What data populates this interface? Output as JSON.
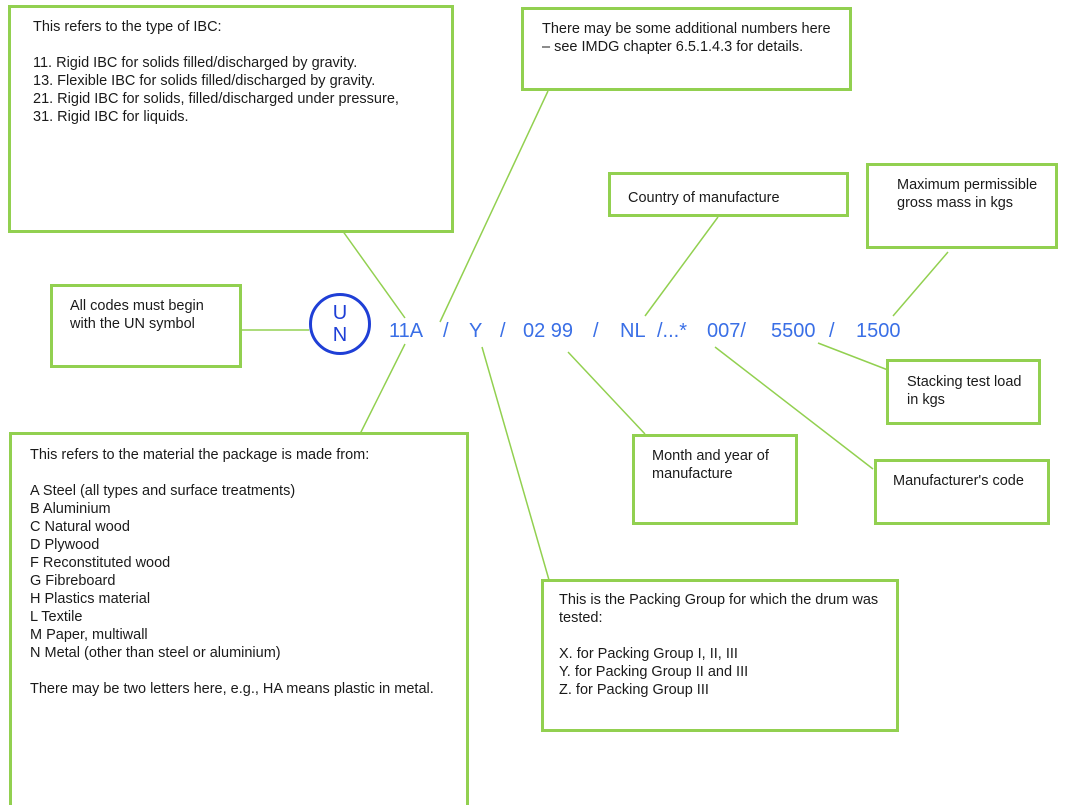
{
  "colors": {
    "box_border": "#92d050",
    "connector": "#92d050",
    "un_symbol": "#1f3fd6",
    "marking_text": "#3a6fe6"
  },
  "un_symbol": {
    "top": "U",
    "bottom": "N"
  },
  "marking": {
    "type": "11A",
    "sep1": "/",
    "packing_group": "Y",
    "sep2": "/",
    "date": "02 99",
    "sep3": "/",
    "country": "NL",
    "sep4": "/...*",
    "manufacturer": "007/",
    "stacking_load": "5500",
    "sep5": "/",
    "max_mass": "1500"
  },
  "boxes": {
    "ibc_type": {
      "intro": "This refers to the type of IBC:",
      "items": [
        "11. Rigid IBC for solids filled/discharged by gravity.",
        "13. Flexible IBC for solids filled/discharged by gravity.",
        "21. Rigid IBC for solids, filled/discharged under pressure,",
        "31. Rigid IBC for liquids."
      ]
    },
    "additional_numbers": "There may be some additional numbers here – see IMDG chapter 6.5.1.4.3 for details.",
    "country": "Country of manufacture",
    "max_mass": "Maximum permissible gross mass in kgs",
    "un_symbol": "All codes must begin with the UN symbol",
    "stacking": "Stacking test load in kgs",
    "month_year": "Month and year of manufacture",
    "manufacturer_code": "Manufacturer's code",
    "material": {
      "intro": "This refers to the material the package is made from:",
      "items": [
        "A Steel (all types and surface treatments)",
        "B Aluminium",
        "C Natural wood",
        "D Plywood",
        "F Reconstituted wood",
        "G Fibreboard",
        "H Plastics material",
        "L Textile",
        "M Paper, multiwall",
        "N Metal (other than steel or aluminium)"
      ],
      "note": "There may be two letters here, e.g., HA means plastic in metal."
    },
    "packing_group": {
      "intro": "This is the Packing Group for which the drum was tested:",
      "items": [
        "X. for Packing Group I, II, III",
        "Y. for Packing Group II and III",
        "Z. for Packing Group III"
      ]
    }
  }
}
